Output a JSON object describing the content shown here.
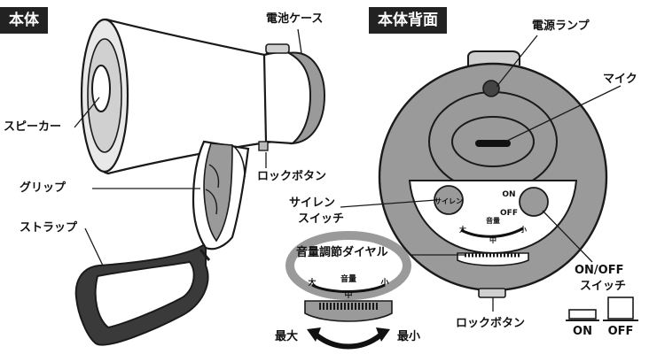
{
  "sections": {
    "left_title": "本体",
    "right_title": "本体背面"
  },
  "labels": {
    "battery_case": "電池ケース",
    "speaker": "スピーカー",
    "lock_button_side": "ロックボタン",
    "grip": "グリップ",
    "strap": "ストラップ",
    "power_lamp": "電源ランプ",
    "mic": "マイク",
    "siren_switch_line1": "サイレン",
    "siren_switch_line2": "スイッチ",
    "volume_dial": "音量調節ダイヤル",
    "onoff_switch_line1": "ON/OFF",
    "onoff_switch_line2": "スイッチ",
    "lock_button_bottom": "ロックボタン"
  },
  "panel": {
    "siren_button": "サイレン",
    "on": "ON",
    "off": "OFF",
    "volume": "音量",
    "large": "大",
    "medium": "中",
    "small": "小"
  },
  "zoom": {
    "volume": "音量",
    "large": "大",
    "medium": "中",
    "small": "小",
    "max": "最大",
    "min": "最小"
  },
  "switch_states": {
    "on": "ON",
    "off": "OFF"
  },
  "colors": {
    "title_bg": "#222222",
    "body_gray": "#9a9a9a",
    "light_gray": "#d6d6d6",
    "outline": "#1a1a1a",
    "strap": "#333333"
  }
}
